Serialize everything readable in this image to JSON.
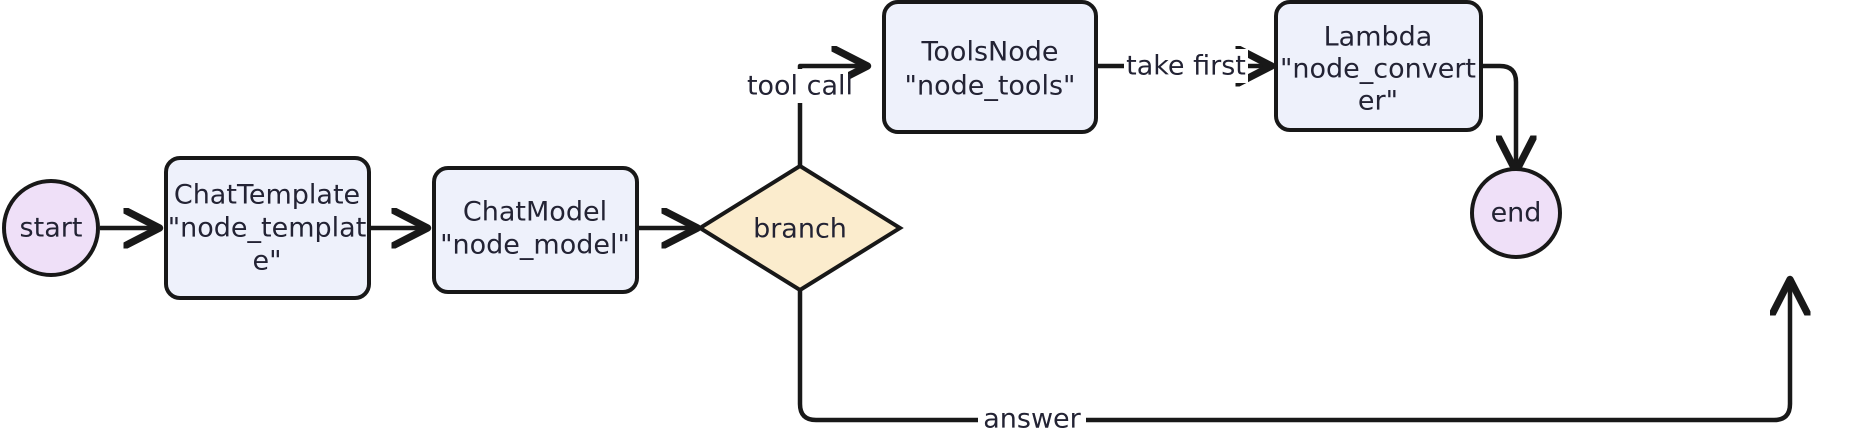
{
  "diagram": {
    "type": "flowchart",
    "orientation": "left-to-right",
    "background_color": "#ffffff",
    "edge_color": "#181818",
    "text_color": "#232334",
    "nodes": [
      {
        "id": "start",
        "shape": "circle",
        "fill": "#efe0f8",
        "lines": [
          "start"
        ]
      },
      {
        "id": "node_template",
        "shape": "rounded-rect",
        "fill": "#eef1fb",
        "lines": [
          "ChatTemplate",
          "\"node_templat",
          "e\""
        ]
      },
      {
        "id": "node_model",
        "shape": "rounded-rect",
        "fill": "#eef1fb",
        "lines": [
          "ChatModel",
          "\"node_model\""
        ]
      },
      {
        "id": "branch",
        "shape": "diamond",
        "fill": "#fbeccd",
        "lines": [
          "branch"
        ]
      },
      {
        "id": "node_tools",
        "shape": "rounded-rect",
        "fill": "#eef1fb",
        "lines": [
          "ToolsNode",
          "\"node_tools\""
        ]
      },
      {
        "id": "node_converter",
        "shape": "rounded-rect",
        "fill": "#eef1fb",
        "lines": [
          "Lambda",
          "\"node_convert",
          "er\""
        ]
      },
      {
        "id": "end",
        "shape": "circle",
        "fill": "#efe0f8",
        "lines": [
          "end"
        ]
      }
    ],
    "edges": [
      {
        "from": "start",
        "to": "node_template",
        "label": ""
      },
      {
        "from": "node_template",
        "to": "node_model",
        "label": ""
      },
      {
        "from": "node_model",
        "to": "branch",
        "label": ""
      },
      {
        "from": "branch",
        "to": "node_tools",
        "label": "tool call"
      },
      {
        "from": "node_tools",
        "to": "node_converter",
        "label": "take first"
      },
      {
        "from": "node_converter",
        "to": "end",
        "label": ""
      },
      {
        "from": "branch",
        "to": "end",
        "label": "answer"
      }
    ]
  }
}
